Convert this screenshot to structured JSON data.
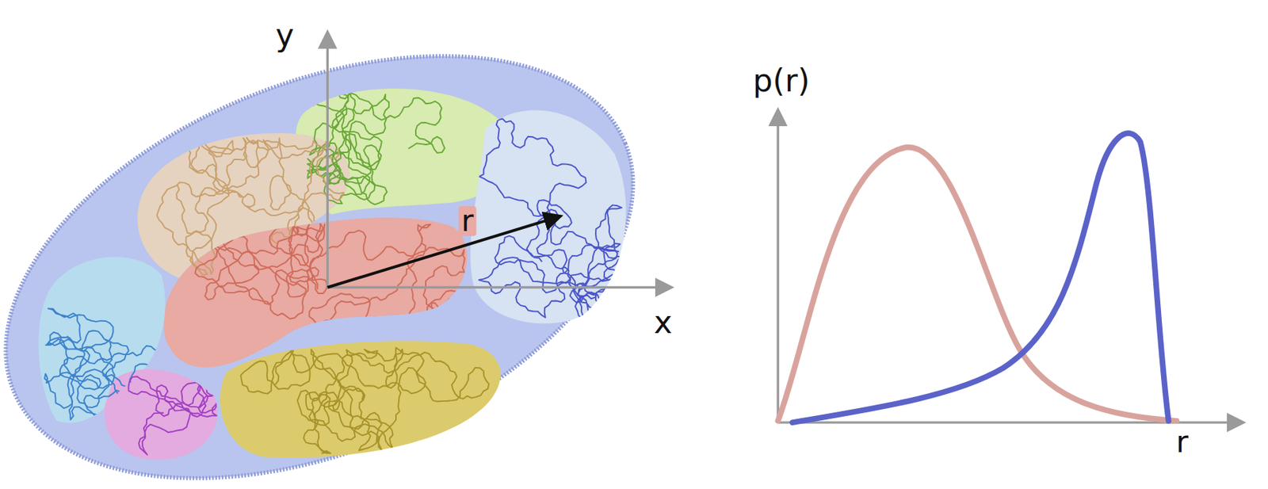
{
  "diagram": {
    "labels": [
      "y",
      "x",
      "r",
      "p(r)",
      "r"
    ]
  }
}
